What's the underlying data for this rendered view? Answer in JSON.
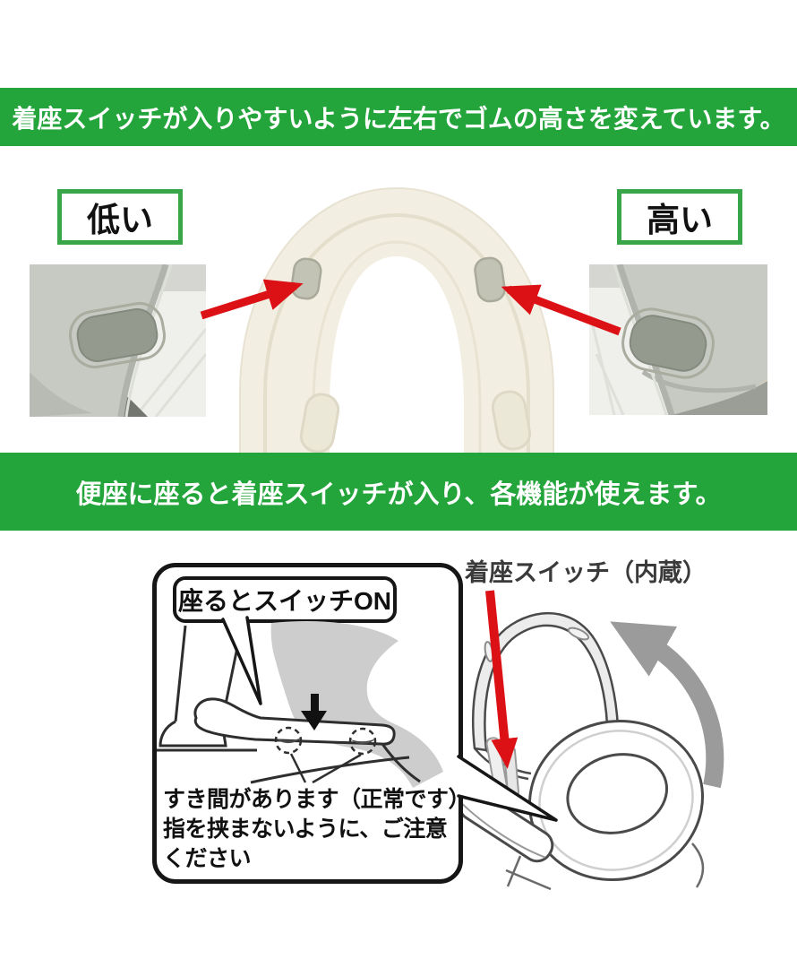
{
  "banners": {
    "top": {
      "text": "着座スイッチが入りやすいように左右でゴムの高さを変えています。",
      "bg": "#23a53b",
      "fg": "#ffffff"
    },
    "middle": {
      "text": "便座に座ると着座スイッチが入り、各機能が使えます。",
      "bg": "#23a53b",
      "fg": "#ffffff"
    }
  },
  "labels": {
    "low": "低い",
    "high": "高い",
    "switch_on": "座るとスイッチON",
    "seat_switch": "着座スイッチ（内蔵）"
  },
  "gap_note": {
    "line1": "すき間があります（正常です）",
    "line2": "指を挟まないように、ご注意",
    "line3": "ください"
  },
  "colors": {
    "banner_green": "#23a53b",
    "label_border_green": "#3aa64a",
    "arrow_red": "#dc1116",
    "seat_cream": "#f2eee1",
    "rubber_pad_gray": "#c2c3b4",
    "photo_seat_gray": "#c7c9c3",
    "photo_pad_gray": "#949a8d",
    "line_art_stroke": "#4a4a4a",
    "silhouette_gray": "#cdcdcd",
    "lid_arrow_gray": "#9b9b9b",
    "callout_border": "#161616"
  },
  "icons": {
    "red_arrow_left": "arrow pointing right to low rubber pad",
    "red_arrow_right": "arrow pointing left to high rubber pad",
    "red_arrow_switch": "arrow pointing to built-in seating switch",
    "lid_open_arrow": "curved arrow showing lid opening",
    "down_arrow": "sitting pressure arrow"
  }
}
